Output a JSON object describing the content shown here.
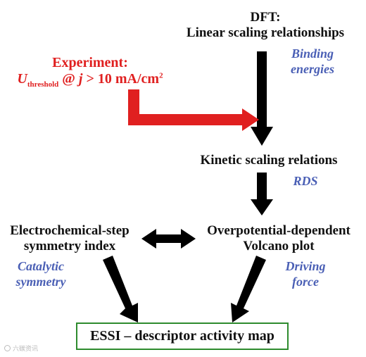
{
  "colors": {
    "arrow_black": "#000000",
    "experiment_red": "#e02020",
    "note_blue": "#4a5fb5",
    "essi_border_green": "#2e8b2e"
  },
  "nodes": {
    "dft_line1": "DFT:",
    "dft_line2": "Linear scaling relationships",
    "experiment_line1": "Experiment:",
    "experiment_u": "U",
    "experiment_u_sub": "threshold",
    "experiment_at": " @ ",
    "experiment_j": "j",
    "experiment_rest": " > 10 mA/cm",
    "experiment_sup": "2",
    "kinetic": "Kinetic scaling relations",
    "electro_line1": "Electrochemical-step",
    "electro_line2": "symmetry index",
    "overpotential_line1": "Overpotential-dependent",
    "overpotential_line2": "Volcano plot",
    "essi": "ESSI – descriptor activity map"
  },
  "notes": {
    "binding_line1": "Binding",
    "binding_line2": "energies",
    "rds": "RDS",
    "catalytic_line1": "Catalytic",
    "catalytic_line2": "symmetry",
    "driving_line1": "Driving",
    "driving_line2": "force"
  },
  "watermark": {
    "text": "六碳资讯"
  }
}
